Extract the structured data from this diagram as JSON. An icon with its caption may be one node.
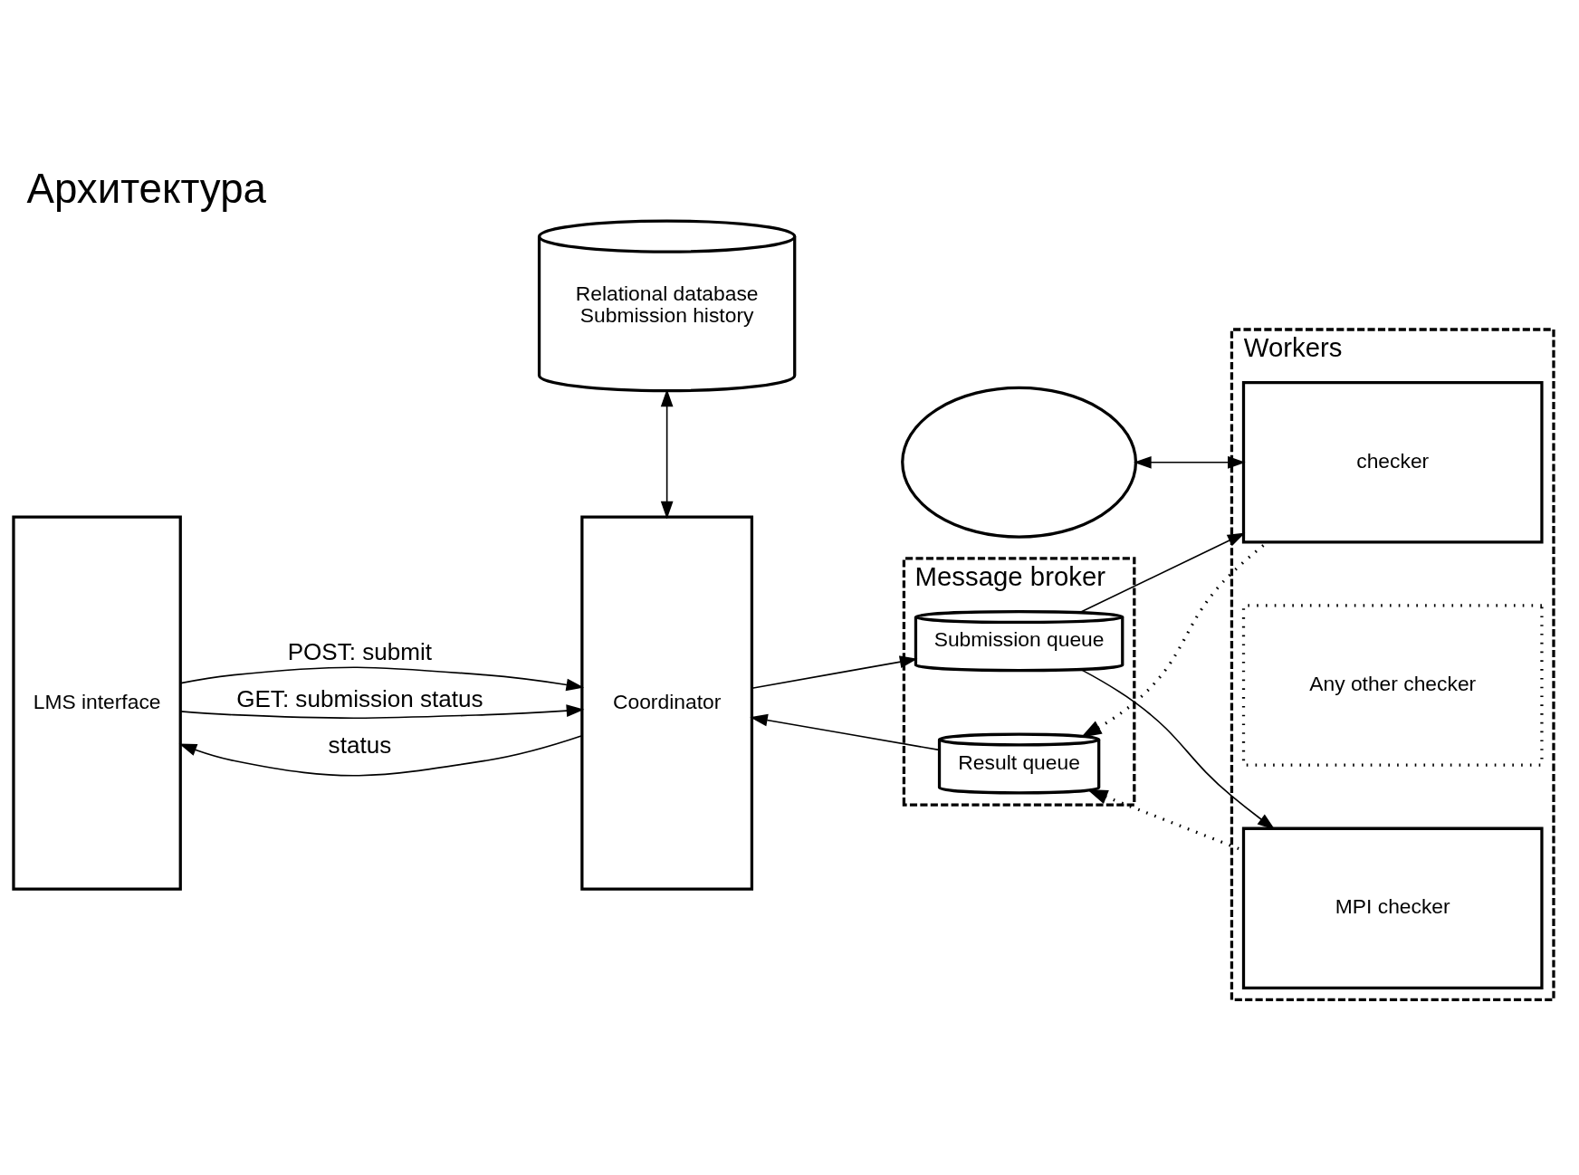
{
  "diagram": {
    "title": "Архитектура",
    "nodes": [
      {
        "text": [
          "Relational database",
          "Submission history"
        ]
      },
      {
        "text": [
          "LMS interface"
        ]
      },
      {
        "text": [
          "Coordinator"
        ]
      },
      {
        "text": [
          "Message broker"
        ]
      },
      {
        "text": [
          "Submission queue"
        ],
        "in": 3
      },
      {
        "text": [
          "Result queue"
        ],
        "in": 3
      },
      {
        "text": [],
        "shape": "cloud"
      },
      {
        "text": [
          "Workers"
        ]
      },
      {
        "text": [
          "checker"
        ],
        "in": 7
      },
      {
        "text": [
          "Any other checker"
        ],
        "in": 7
      },
      {
        "text": [
          "MPI checker"
        ],
        "in": 7
      }
    ],
    "edges": [
      {
        "from": 0,
        "to": 2,
        "arrow": "both"
      },
      {
        "from": 1,
        "to": 2,
        "arrow": "to",
        "label": "POST: submit"
      },
      {
        "from": 1,
        "to": 2,
        "arrow": "to",
        "label": "GET: submission status"
      },
      {
        "from": 2,
        "to": 1,
        "arrow": "to",
        "label": "status"
      },
      {
        "from": 2,
        "to": 4,
        "arrow": "to"
      },
      {
        "from": 5,
        "to": 2,
        "arrow": "to"
      },
      {
        "from": 4,
        "to": 8,
        "arrow": "to"
      },
      {
        "from": 4,
        "to": 10,
        "arrow": "to"
      },
      {
        "from": 8,
        "to": 5,
        "arrow": "to",
        "style": "dashed"
      },
      {
        "from": 10,
        "to": 5,
        "arrow": "to",
        "style": "dashed"
      },
      {
        "from": 6,
        "to": 8,
        "arrow": "both"
      }
    ]
  }
}
